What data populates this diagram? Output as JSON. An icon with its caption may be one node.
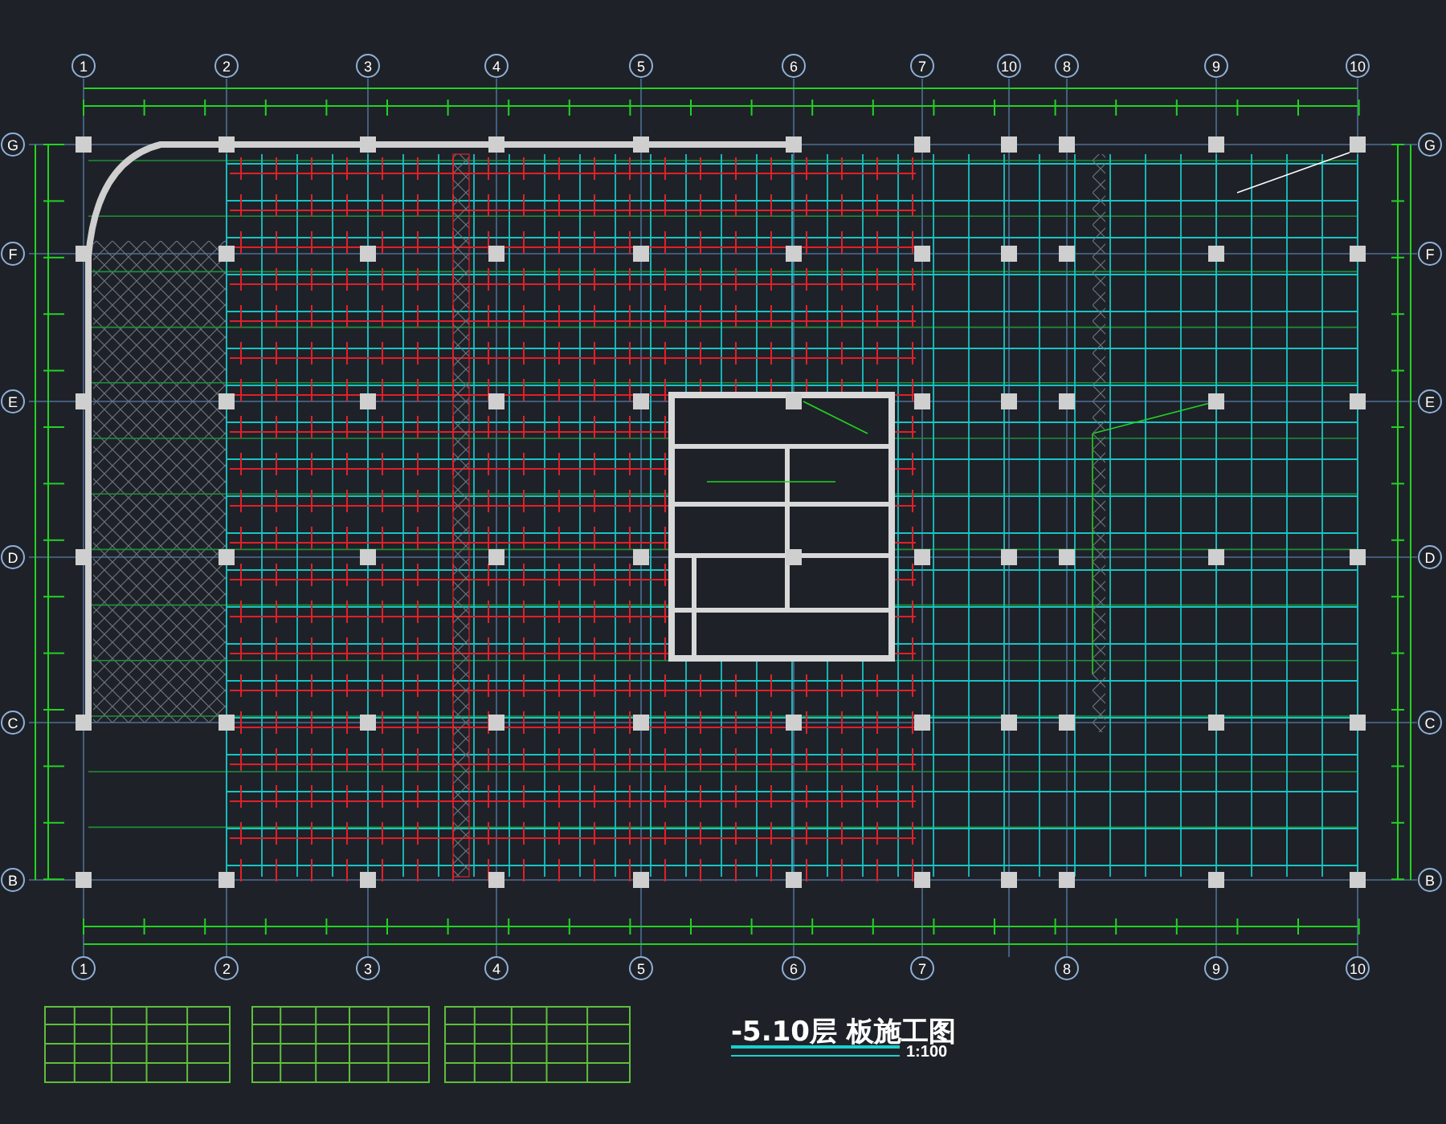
{
  "diagram": {
    "title": "-5.10层 板施工图",
    "labels": [
      "1",
      "2",
      "3",
      "4",
      "5",
      "6",
      "7",
      "10",
      "8",
      "9",
      "10",
      "G",
      "G",
      "F",
      "F",
      "E",
      "E",
      "D",
      "D",
      "C",
      "C",
      "B",
      "B",
      "1",
      "2",
      "3",
      "4",
      "5",
      "6",
      "7",
      "8",
      "9",
      "10",
      "1:100"
    ]
  }
}
